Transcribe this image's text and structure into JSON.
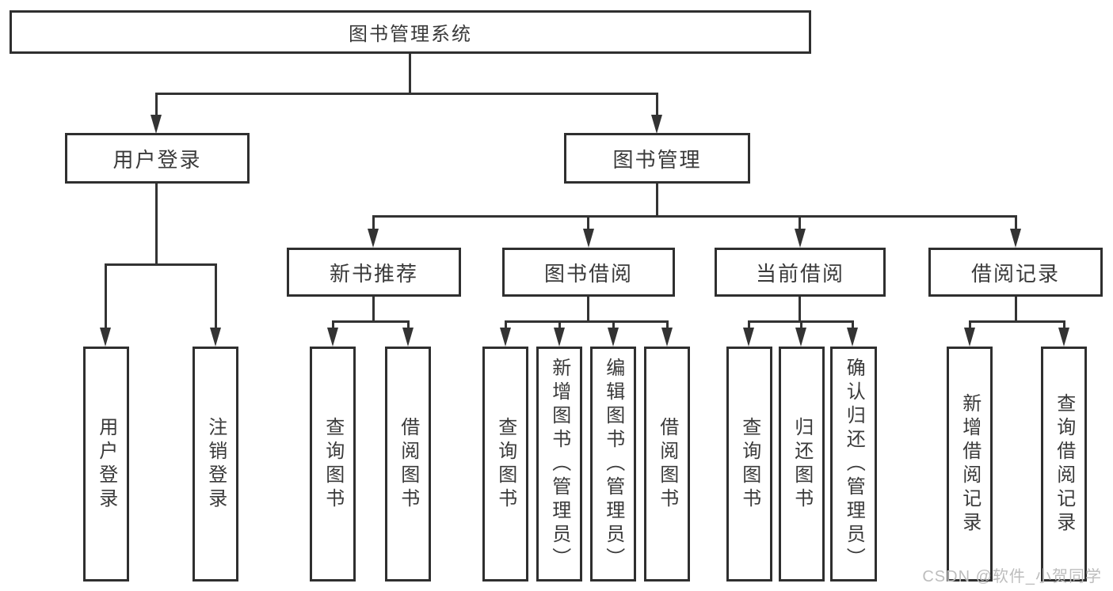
{
  "title": "图书管理系统",
  "tree": {
    "root": "图书管理系统",
    "children": [
      {
        "label": "用户登录",
        "children": [
          {
            "label": "用户登录"
          },
          {
            "label": "注销登录"
          }
        ]
      },
      {
        "label": "图书管理",
        "children": [
          {
            "label": "新书推荐",
            "children": [
              {
                "label": "查询图书"
              },
              {
                "label": "借阅图书"
              }
            ]
          },
          {
            "label": "图书借阅",
            "children": [
              {
                "label": "查询图书"
              },
              {
                "label": "新增图书（管理员）"
              },
              {
                "label": "编辑图书（管理员）"
              },
              {
                "label": "借阅图书"
              }
            ]
          },
          {
            "label": "当前借阅",
            "children": [
              {
                "label": "查询图书"
              },
              {
                "label": "归还图书"
              },
              {
                "label": "确认归还（管理员）"
              }
            ]
          },
          {
            "label": "借阅记录",
            "children": [
              {
                "label": "新增借阅记录"
              },
              {
                "label": "查询借阅记录"
              }
            ]
          }
        ]
      }
    ]
  },
  "watermark": "CSDN @软件_小贺同学",
  "style": {
    "line_color": "#333333",
    "border_color": "#2f2f2f",
    "text_color": "#3a3a3a",
    "watermark_color": "#bdbdbd",
    "background": "#ffffff"
  }
}
